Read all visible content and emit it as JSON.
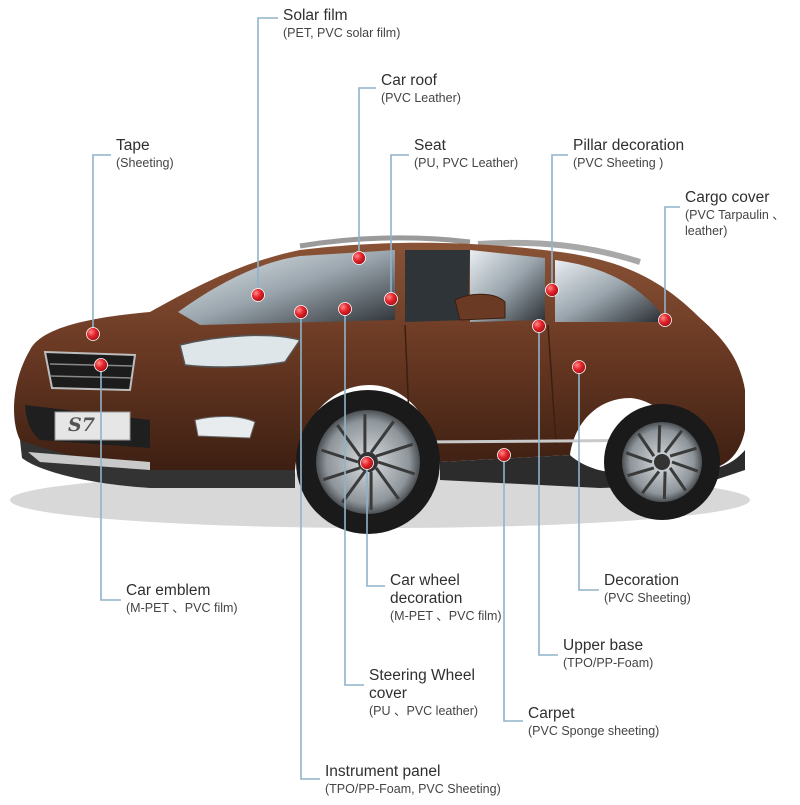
{
  "colors": {
    "leader": "#8fb3c9",
    "dot": "#e4232b",
    "body": "#6b3a24"
  },
  "car": {
    "badge": "S7"
  },
  "callouts": [
    {
      "id": "solar-film",
      "title": [
        "Solar film"
      ],
      "sub": [
        "(PET, PVC solar film)"
      ]
    },
    {
      "id": "car-roof",
      "title": [
        "Car roof"
      ],
      "sub": [
        "(PVC Leather)"
      ]
    },
    {
      "id": "tape",
      "title": [
        "Tape"
      ],
      "sub": [
        "(Sheeting)"
      ]
    },
    {
      "id": "seat",
      "title": [
        "Seat"
      ],
      "sub": [
        "(PU, PVC Leather)"
      ]
    },
    {
      "id": "pillar-decoration",
      "title": [
        "Pillar decoration"
      ],
      "sub": [
        "(PVC Sheeting )"
      ]
    },
    {
      "id": "cargo-cover",
      "title": [
        "Cargo cover"
      ],
      "sub": [
        "(PVC Tarpaulin 、",
        "leather)"
      ]
    },
    {
      "id": "car-emblem",
      "title": [
        "Car emblem"
      ],
      "sub": [
        "(M-PET 、PVC film)"
      ]
    },
    {
      "id": "car-wheel-decoration",
      "title": [
        "Car wheel",
        "decoration"
      ],
      "sub": [
        "(M-PET 、PVC film)"
      ]
    },
    {
      "id": "decoration",
      "title": [
        "Decoration"
      ],
      "sub": [
        "(PVC Sheeting)"
      ]
    },
    {
      "id": "upper-base",
      "title": [
        "Upper base"
      ],
      "sub": [
        "(TPO/PP-Foam)"
      ]
    },
    {
      "id": "steering-wheel-cover",
      "title": [
        "Steering Wheel",
        "cover"
      ],
      "sub": [
        "(PU 、PVC leather)"
      ]
    },
    {
      "id": "carpet",
      "title": [
        "Carpet"
      ],
      "sub": [
        "(PVC Sponge sheeting)"
      ]
    },
    {
      "id": "instrument-panel",
      "title": [
        "Instrument panel"
      ],
      "sub": [
        "(TPO/PP-Foam, PVC Sheeting)"
      ]
    }
  ]
}
